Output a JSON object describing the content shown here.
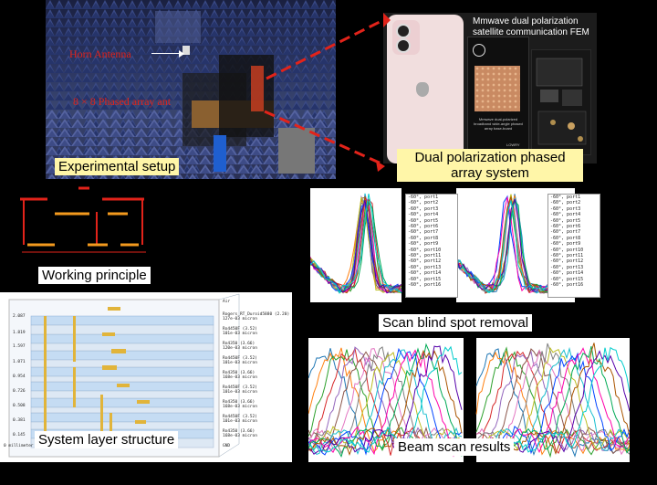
{
  "captions": {
    "experimental_setup": "Experimental setup",
    "dual_polarization": "Dual polarization phased\narray system",
    "working_principle": "Working principle",
    "scan_blind_spot": "Scan blind spot removal",
    "system_layer": "System layer structure",
    "beam_scan": "Beam scan results"
  },
  "setup_photo": {
    "horn_label": "Horn Antenna",
    "array_label": "8 × 8 Phased array ant"
  },
  "fem_photo": {
    "title_line1": "Mmwave dual polarization",
    "title_line2": "satellite communication FEM",
    "board_text": "Mmwave dual-polarized broadband wide-angle phased array base-board",
    "lowry": "LOWRY"
  },
  "layer_stack": {
    "top_label": "Air",
    "layers": [
      {
        "z": "2.087",
        "name": "Rogers_RT_Duroid5880 (2.20)",
        "thk": "127e-03 micron"
      },
      {
        "z": "1.819",
        "name": "Ro4450F (3.52)",
        "thk": "101e-03 micron"
      },
      {
        "z": "1.597",
        "name": "Ro4350 (3.66)",
        "thk": "120e-03 micron"
      },
      {
        "z": "1.071",
        "name": "Ro4450F (3.52)",
        "thk": "101e-03 micron"
      },
      {
        "z": "0.954",
        "name": "Ro4350 (3.66)",
        "thk": "168e-03 micron"
      },
      {
        "z": "0.726",
        "name": "Ro4450F (3.52)",
        "thk": "101e-03 micron"
      },
      {
        "z": "0.508",
        "name": "Ro4350 (3.66)",
        "thk": "168e-03 micron"
      },
      {
        "z": "0.381",
        "name": "Ro4450F (3.52)",
        "thk": "101e-03 micron"
      },
      {
        "z": "0.145",
        "name": "Ro4350 (3.66)",
        "thk": "168e-03 micron"
      }
    ],
    "bottom_label": "0 millimeter",
    "gnd_label": "GND"
  },
  "legend_entries": [
    "-60°, port1",
    "-60°, port2",
    "-60°, port3",
    "-60°, port4",
    "-60°, port5",
    "-60°, port6",
    "-60°, port7",
    "-60°, port8",
    "-60°, port9",
    "-60°, port10",
    "-60°, port11",
    "-60°, port12",
    "-60°, port13",
    "-60°, port14",
    "-60°, port15",
    "-60°, port16"
  ],
  "colors": {
    "caption_bg": "#ffffff",
    "caption_yellow": "#fff6a8",
    "dashed_red": "#e2231a",
    "orange": "#f39a1e"
  },
  "icons": [
    "red-arrow-icon",
    "apple-logo-icon",
    "university-seal-icon"
  ]
}
